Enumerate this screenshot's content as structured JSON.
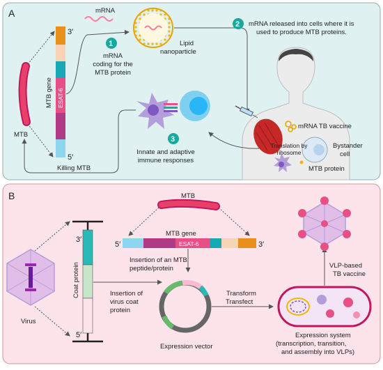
{
  "panel_a": {
    "letter": "A",
    "mtb_label": "MTB",
    "mtb_gene": "MTB gene",
    "esat6": "ESAT-6",
    "prime3": "3′",
    "prime5": "5′",
    "mrna_label": "mRNA",
    "step1_num": "1",
    "step1_l1": "mRNA",
    "step1_l2": "coding for the",
    "step1_l3": "MTB protein",
    "lipid_l1": "Lipid",
    "lipid_l2": "nanoparticle",
    "step2_num": "2",
    "step2_l1": "mRNA released into cells where it is",
    "step2_l2": "used to produce MTB proteins.",
    "vaccine_label": "mRNA TB vaccine",
    "bystander_l1": "Bystander",
    "bystander_l2": "cell",
    "translation_l1": "Translation by",
    "translation_l2": "ribosome",
    "protein_label": "MTB protein",
    "step3_num": "3",
    "step3_l1": "Innate and adaptive",
    "step3_l2": "immune responses",
    "killing_label": "Killing MTB"
  },
  "panel_b": {
    "letter": "B",
    "virus_label": "Virus",
    "coat_label": "Coat protein",
    "prime3": "3′",
    "prime5": "5′",
    "mtb_label": "MTB",
    "mtb_gene": "MTB gene",
    "esat6": "ESAT-6",
    "insert_mtb_l1": "Insertion of an MTB",
    "insert_mtb_l2": "peptide/protein",
    "insert_coat_l1": "Insertion of",
    "insert_coat_l2": "virus coat",
    "insert_coat_l3": "protein",
    "vector_label": "Expression vector",
    "transform": "Transform",
    "transfect": "Transfect",
    "system_l1": "Expression system",
    "system_l2": "(transcription, transition,",
    "system_l3": "and assembly into VLPs)",
    "vlp_l1": "VLP-based",
    "vlp_l2": "TB vaccine"
  },
  "colors": {
    "panel_a_bg": "#dff1f1",
    "panel_b_bg": "#fde3ea",
    "step_badge": "#17a9a0",
    "mtb_bacterium": "#e8406a",
    "esat6_segment": "#e84f86"
  }
}
